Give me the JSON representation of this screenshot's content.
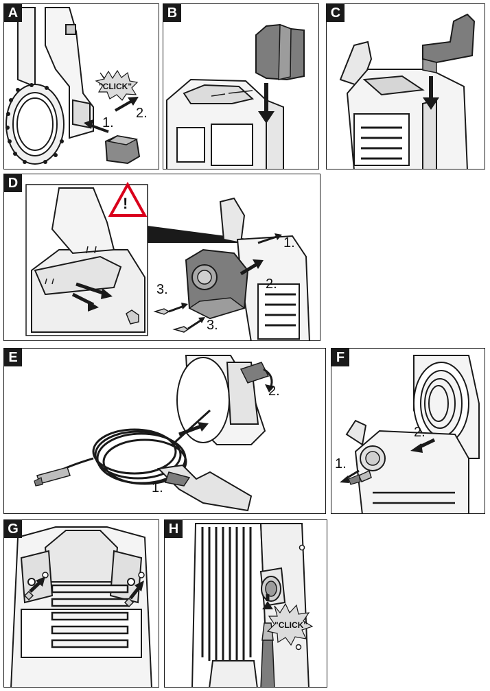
{
  "panels": {
    "A": {
      "tag": "A",
      "steps": [
        "1.",
        "2."
      ],
      "callout": "\"CLICK\""
    },
    "B": {
      "tag": "B"
    },
    "C": {
      "tag": "C"
    },
    "D": {
      "tag": "D",
      "steps": [
        "1.",
        "2.",
        "3.",
        "3."
      ],
      "warning": "!"
    },
    "E": {
      "tag": "E",
      "steps": [
        "1.",
        "2."
      ]
    },
    "F": {
      "tag": "F",
      "steps": [
        "1.",
        "2."
      ]
    },
    "G": {
      "tag": "G"
    },
    "H": {
      "tag": "H",
      "callout": "\"CLICK\""
    }
  },
  "colors": {
    "line": "#1a1a1a",
    "part_fill": "#7a7a7a",
    "part_light": "#bcbcbc",
    "warning_red": "#d9001b"
  }
}
